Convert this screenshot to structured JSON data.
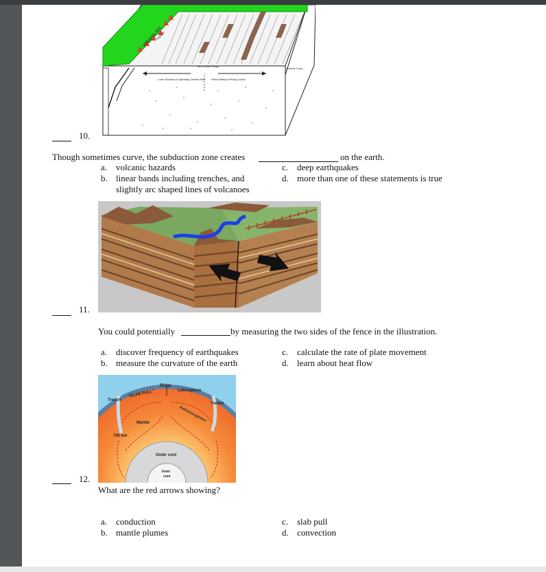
{
  "q10": {
    "number": "10.",
    "stem_before": "Though sometimes curve, the subduction zone creates",
    "stem_after": "on the earth.",
    "options": [
      {
        "letter": "a.",
        "text": "volcanic hazards"
      },
      {
        "letter": "b.",
        "text": "linear bands including trenches, and"
      },
      {
        "letter": "",
        "text": "slightly arc shaped lines of volcanoes"
      },
      {
        "letter": "c.",
        "text": "deep earthquakes"
      },
      {
        "letter": "d.",
        "text": "more than one of these statements is true"
      }
    ],
    "figure_labels": [
      "Volcanic Arc",
      "Trench",
      "Oceanic Crust",
      "Mid-Ocean Ridge",
      "Partial Melting in Rising Column",
      "Lower Boundary of Spreading Oceanic Plate"
    ]
  },
  "q11": {
    "number": "11.",
    "stem_before": "You could potentially",
    "stem_after": "by measuring the two sides of the fence in the illustration.",
    "options": [
      {
        "letter": "a.",
        "text": "discover frequency of earthquakes"
      },
      {
        "letter": "b.",
        "text": "measure the curvature of the earth"
      },
      {
        "letter": "c.",
        "text": "calculate the rate of plate movement"
      },
      {
        "letter": "d.",
        "text": "learn about heat flow"
      }
    ]
  },
  "q12": {
    "number": "12.",
    "stem": "What are the red arrows showing?",
    "figure_labels": {
      "ridge": "Ridge",
      "lithosphere": "Lithosphere",
      "trench_left": "Trench",
      "slab_pull": "\"SLAB PULL\"",
      "trench_right": "Trench",
      "asthenosphere": "Asthenosphere",
      "mantle": "Mantle",
      "depth": "700 km",
      "outer_core": "Outer core",
      "inner_core_1": "Inner",
      "inner_core_2": "core"
    },
    "options": [
      {
        "letter": "a.",
        "text": "conduction"
      },
      {
        "letter": "b.",
        "text": "mantle plumes"
      },
      {
        "letter": "c.",
        "text": "slab pull"
      },
      {
        "letter": "d.",
        "text": "convection"
      }
    ]
  },
  "colors": {
    "page": "#ffffff",
    "viewer_bg": "#525659",
    "green": "#22d61e",
    "mantle": "#f58a3a",
    "ocean": "#8fd0ec"
  }
}
